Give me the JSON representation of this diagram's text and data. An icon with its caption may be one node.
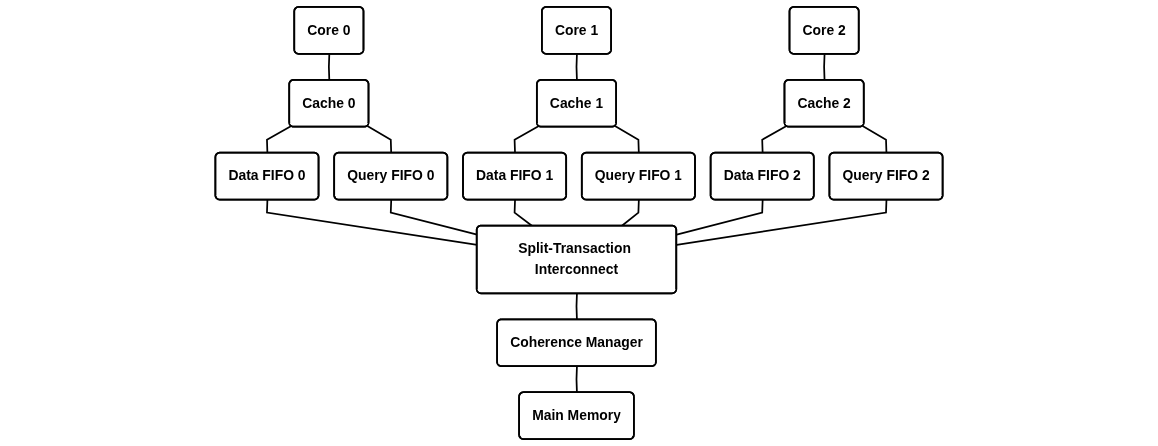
{
  "diagram": {
    "nodes": [
      {
        "text": [
          "Core 0"
        ]
      },
      {
        "text": [
          "Core 1"
        ]
      },
      {
        "text": [
          "Core 2"
        ]
      },
      {
        "text": [
          "Cache 0"
        ]
      },
      {
        "text": [
          "Cache 1"
        ]
      },
      {
        "text": [
          "Cache 2"
        ]
      },
      {
        "text": [
          "Data FIFO 0"
        ]
      },
      {
        "text": [
          "Query FIFO 0"
        ]
      },
      {
        "text": [
          "Data FIFO 1"
        ]
      },
      {
        "text": [
          "Query FIFO 1"
        ]
      },
      {
        "text": [
          "Data FIFO 2"
        ]
      },
      {
        "text": [
          "Query FIFO 2"
        ]
      },
      {
        "text": [
          "Split-Transaction Interconnect"
        ]
      },
      {
        "text": [
          "Coherence Manager"
        ]
      },
      {
        "text": [
          "Main Memory"
        ]
      }
    ],
    "edges": [
      {
        "from": 0,
        "to": 3,
        "arrow": "none"
      },
      {
        "from": 1,
        "to": 4,
        "arrow": "none"
      },
      {
        "from": 2,
        "to": 5,
        "arrow": "none"
      },
      {
        "from": 3,
        "to": 6,
        "arrow": "none"
      },
      {
        "from": 3,
        "to": 7,
        "arrow": "none"
      },
      {
        "from": 4,
        "to": 8,
        "arrow": "none"
      },
      {
        "from": 4,
        "to": 9,
        "arrow": "none"
      },
      {
        "from": 5,
        "to": 10,
        "arrow": "none"
      },
      {
        "from": 5,
        "to": 11,
        "arrow": "none"
      },
      {
        "from": 6,
        "to": 12,
        "arrow": "none"
      },
      {
        "from": 7,
        "to": 12,
        "arrow": "none"
      },
      {
        "from": 8,
        "to": 12,
        "arrow": "none"
      },
      {
        "from": 9,
        "to": 12,
        "arrow": "none"
      },
      {
        "from": 10,
        "to": 12,
        "arrow": "none"
      },
      {
        "from": 11,
        "to": 12,
        "arrow": "none"
      },
      {
        "from": 12,
        "to": 13,
        "arrow": "none"
      },
      {
        "from": 13,
        "to": 14,
        "arrow": "none"
      }
    ]
  }
}
